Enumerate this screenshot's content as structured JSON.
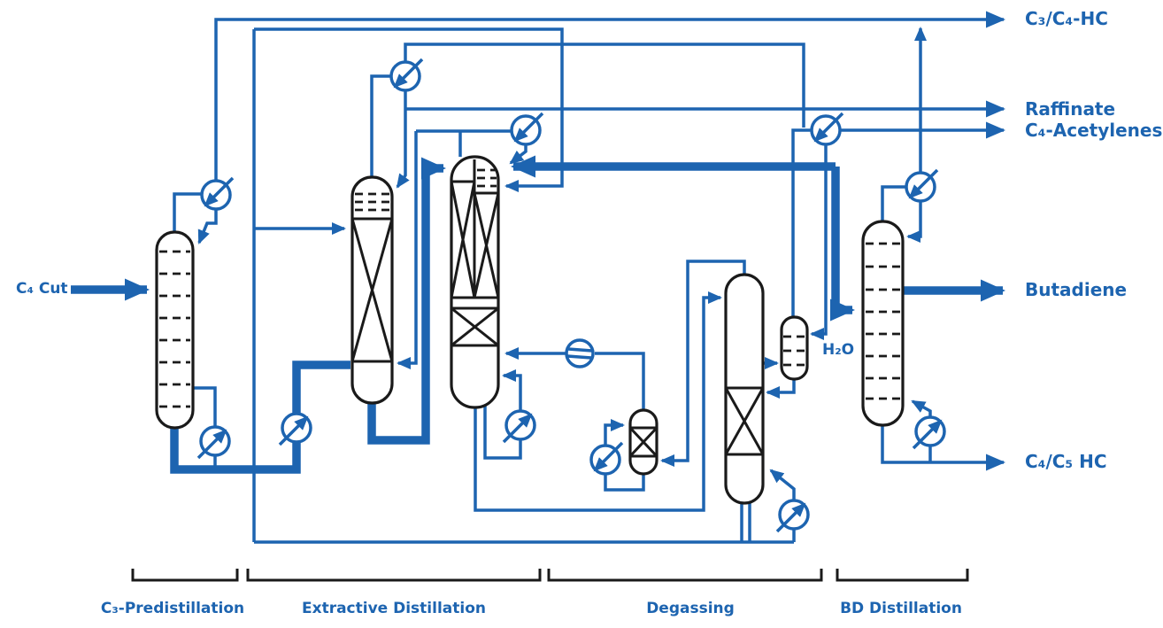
{
  "colors": {
    "line": "#1D64B0",
    "vessel_outline": "#1A1A1A",
    "background": "#FFFFFF"
  },
  "labels": {
    "feed": "C₄ Cut",
    "overhead_product": "C₃/C₄-HC",
    "raffinate": "Raffinate",
    "acetylenes": "C₄-Acetylenes",
    "butadiene": "Butadiene",
    "water": "H₂O",
    "bottoms_product": "C₄/C₅ HC"
  },
  "sections": [
    {
      "label": "C₃-Predistillation"
    },
    {
      "label": "Extractive Distillation"
    },
    {
      "label": "Degassing"
    },
    {
      "label": "BD Distillation"
    }
  ]
}
